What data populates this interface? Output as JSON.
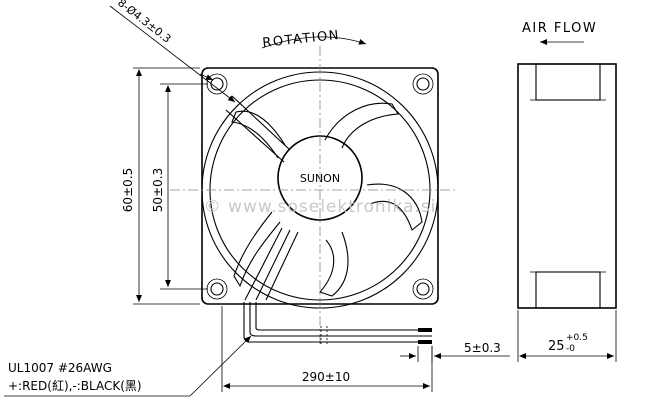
{
  "labels": {
    "hole_spec": "8-Ø4.3±0.3",
    "rotation": "ROTATION",
    "air_flow": "AIR FLOW",
    "outer_dim": "60±0.5",
    "hole_pitch": "50±0.3",
    "brand": "SUNON",
    "watermark": "© www.soselektronika.si",
    "wire_type": "UL1007  #26AWG",
    "wire_colors": "+:RED(紅),-:BLACK(黑)",
    "strip_length": "5±0.3",
    "lead_length": "290±10",
    "thickness_base": "25",
    "thickness_tol_plus": "+0.5",
    "thickness_tol_minus": "-0"
  }
}
